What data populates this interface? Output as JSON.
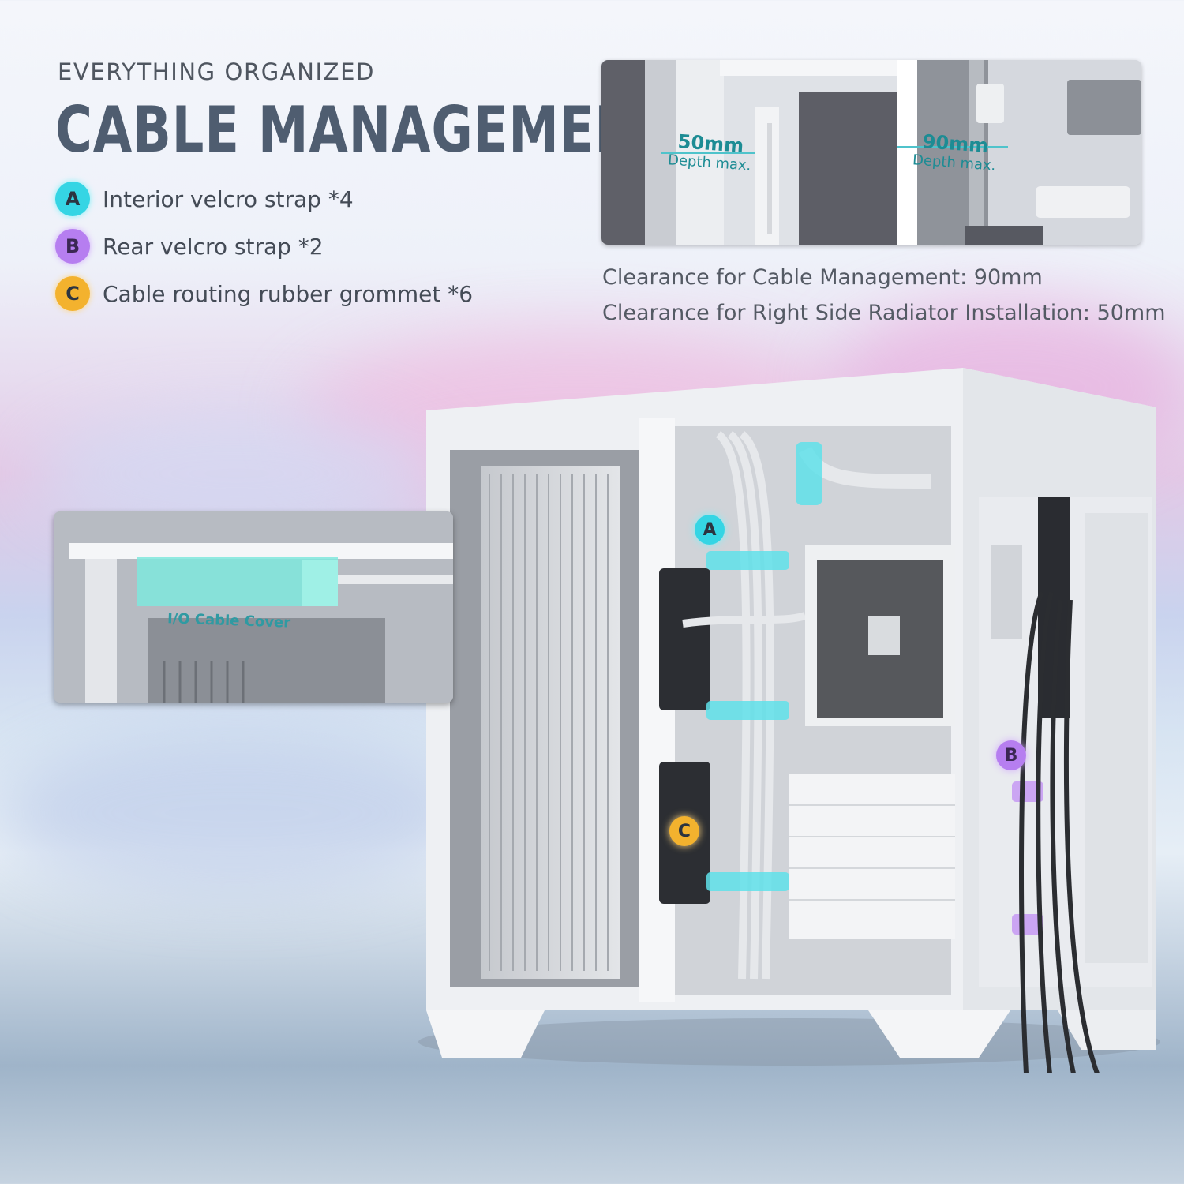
{
  "header": {
    "eyebrow": "EVERYTHING ORGANIZED",
    "title": "CABLE MANAGEMENT"
  },
  "features": [
    {
      "badge": "A",
      "label": "Interior velcro strap *4"
    },
    {
      "badge": "B",
      "label": "Rear velcro strap *2"
    },
    {
      "badge": "C",
      "label": "Cable routing rubber grommet *6"
    }
  ],
  "clearance_photo": {
    "left_depth": "50mm",
    "left_caption": "Depth max.",
    "right_depth": "90mm",
    "right_caption": "Depth max."
  },
  "clearance": {
    "line1": "Clearance for Cable Management: 90mm",
    "line2": "Clearance for Right Side Radiator Installation: 50mm"
  },
  "inset": {
    "label": "I/O Cable Cover"
  },
  "markers": {
    "a": "A",
    "b": "B",
    "c": "C"
  },
  "colors": {
    "accent_cyan": "#35d5e4",
    "accent_purple": "#b67ef0",
    "accent_orange": "#f3b22e",
    "headline": "#4f5d70"
  }
}
